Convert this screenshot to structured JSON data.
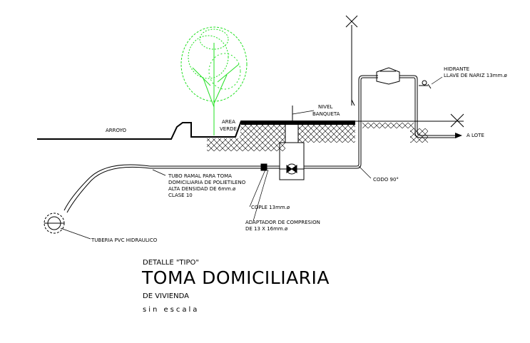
{
  "labels": {
    "arroyo": "ARROYO",
    "area_verde_1": "AREA",
    "area_verde_2": "VERDE",
    "nivel_1": "NIVEL",
    "nivel_2": "BANQUETA",
    "hidrante_1": "HIDRANTE",
    "hidrante_2": "LLAVE DE NARIZ 13mm.ø",
    "a_lote": "A LOTE",
    "codo": "CODO 90°",
    "tubo_1": "TUBO RAMAL PARA TOMA",
    "tubo_2": "DOMICILIARIA DE POLIETILENO",
    "tubo_3": "ALTA DENSIDAD DE 6mm.ø",
    "tubo_4": "CLASE 10",
    "cople": "COPLE 13mm.ø",
    "adaptador_1": "ADAPTADOR DE COMPRESION",
    "adaptador_2": "DE 13 X 16mm.ø",
    "tuberia": "TUBERIA PVC HIDRAULICO"
  },
  "title": {
    "detalle": "DETALLE \"TIPO\"",
    "main": "TOMA DOMICILIARIA",
    "sub": "DE VIVIENDA",
    "scale": "sin escala"
  },
  "colors": {
    "line": "#000000",
    "tree": "#22e022",
    "background": "#ffffff"
  }
}
